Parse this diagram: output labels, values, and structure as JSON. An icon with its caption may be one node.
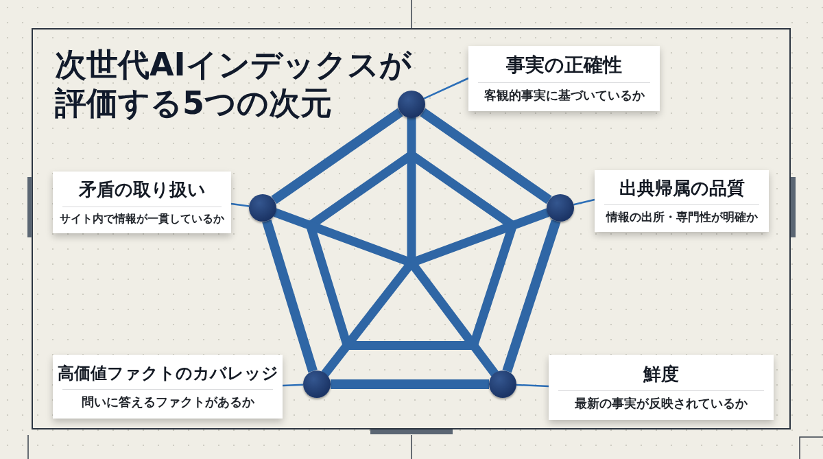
{
  "diagram": {
    "title": "次世代AIインデックスが評価する5つの次元",
    "nodes": [
      {
        "text": [
          "事実の正確性",
          "客観的事実に基づいているか"
        ]
      },
      {
        "text": [
          "矛盾の取り扱い",
          "サイト内で情報が一貫しているか"
        ]
      },
      {
        "text": [
          "出典帰属の品質",
          "情報の出所・専門性が明確か"
        ]
      },
      {
        "text": [
          "高価値ファクトのカバレッジ",
          "問いに答えるファクトがあるか"
        ]
      },
      {
        "text": [
          "鮮度",
          "最新の事実が反映されているか"
        ]
      },
      {
        "text": [],
        "shape": "circle"
      },
      {
        "text": [],
        "shape": "circle"
      },
      {
        "text": [],
        "shape": "circle"
      },
      {
        "text": [],
        "shape": "circle"
      },
      {
        "text": [],
        "shape": "circle"
      }
    ],
    "edges": [
      {
        "from": 0,
        "to": 5,
        "arrow": "none"
      },
      {
        "from": 1,
        "to": 6,
        "arrow": "none"
      },
      {
        "from": 2,
        "to": 7,
        "arrow": "none"
      },
      {
        "from": 3,
        "to": 8,
        "arrow": "none"
      },
      {
        "from": 4,
        "to": 9,
        "arrow": "none"
      },
      {
        "from": 5,
        "to": 6,
        "arrow": "none",
        "style": "thick"
      },
      {
        "from": 5,
        "to": 7,
        "arrow": "none",
        "style": "thick"
      },
      {
        "from": 6,
        "to": 8,
        "arrow": "none",
        "style": "thick"
      },
      {
        "from": 7,
        "to": 9,
        "arrow": "none",
        "style": "thick"
      },
      {
        "from": 8,
        "to": 9,
        "arrow": "none",
        "style": "thick"
      }
    ]
  }
}
